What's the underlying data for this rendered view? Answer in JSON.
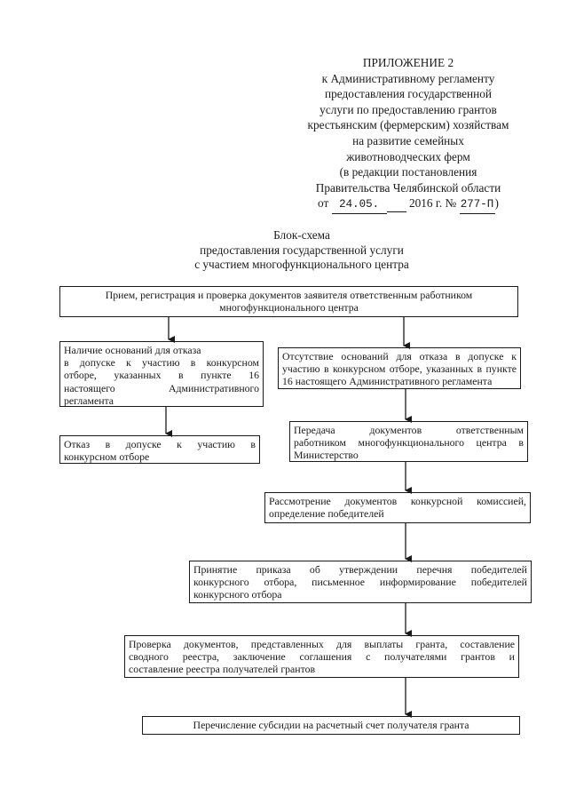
{
  "appendix": {
    "title": "ПРИЛОЖЕНИЕ 2",
    "lines": [
      "к Административному регламенту",
      "предоставления государственной",
      "услуги по предоставлению грантов",
      "крестьянским (фермерским) хозяйствам",
      "на развитие семейных",
      "животноводческих ферм",
      "(в редакции постановления",
      "Правительства Челябинской области"
    ],
    "date_prefix": "от",
    "date_value": "24.05.",
    "year_text": "2016 г. №",
    "number_value": "277-П",
    "number_suffix": ")"
  },
  "scheme": {
    "title_lines": [
      "Блок-схема",
      "предоставления государственной услуги",
      "с участием многофункционального центра"
    ]
  },
  "boxes": {
    "reception": {
      "lines": [
        "Прием, регистрация и проверка документов заявителя ответственным работником",
        "многофункционального центра"
      ]
    },
    "grounds_present": {
      "lines": [
        "Наличие оснований для отказа",
        "в допуске к участию в конкурсном",
        "отборе, указанных в пункте 16",
        "настоящего Административного",
        "регламента"
      ]
    },
    "grounds_absent": {
      "lines": [
        "Отсутствие оснований для отказа в допуске к",
        "участию в конкурсном отборе, указанных в пункте",
        "16 настоящего Административного регламента"
      ]
    },
    "refusal": {
      "lines": [
        "Отказ в допуске к участию в",
        "конкурсном отборе"
      ]
    },
    "transfer": {
      "lines": [
        "Передача документов ответственным",
        "работником многофункционального центра в",
        "Министерство"
      ]
    },
    "review": {
      "lines": [
        "Рассмотрение документов конкурсной комиссией,",
        "определение победителей"
      ]
    },
    "order": {
      "lines": [
        "Принятие приказа об утверждении перечня победителей",
        "конкурсного отбора, письменное информирование победителей",
        "конкурсного отбора"
      ]
    },
    "verification": {
      "lines": [
        "Проверка документов, представленных для выплаты гранта, составление",
        "сводного реестра, заключение соглашения с получателями грантов и",
        "составление реестра получателей грантов"
      ]
    },
    "payment": {
      "lines": [
        "Перечисление субсидии на расчетный счет получателя гранта"
      ]
    }
  }
}
